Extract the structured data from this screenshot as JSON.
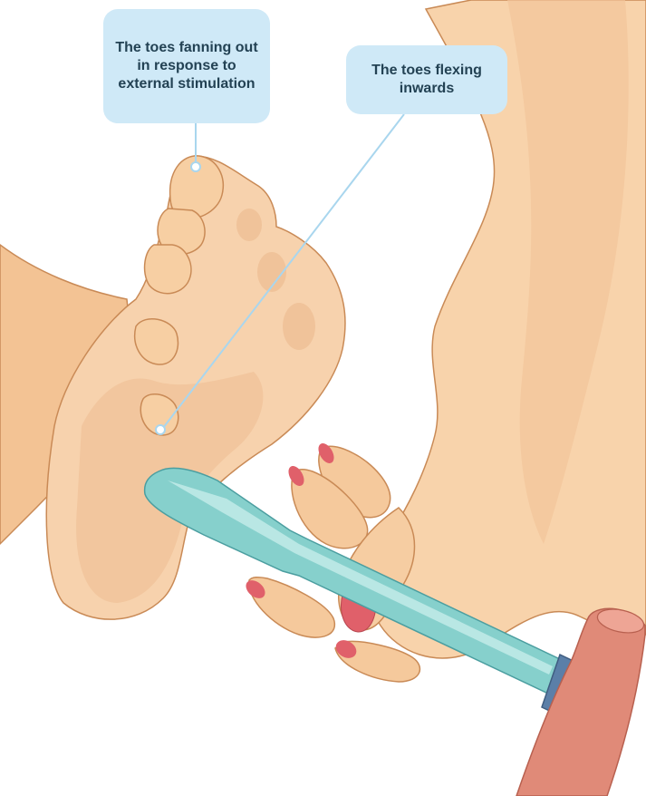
{
  "callouts": {
    "fanning_label": "The toes fanning out in response to external stimulation",
    "flexing_label": "The toes flexing inwards"
  },
  "colors": {
    "skin": "#f7cfa3",
    "skin_shadow": "#e7b07e",
    "skin_outline": "#c98a56",
    "callout_bg": "#cfe9f7",
    "callout_text": "#234254",
    "leader_line": "#a9d6ee",
    "hammer_handle": "#86d0cc",
    "hammer_head": "#e08a78",
    "hammer_band": "#5b7fa8",
    "nail_polish": "#e0606a"
  },
  "icons": {
    "foot": "foot-sole-illustration",
    "hand": "hand-holding-hammer-illustration",
    "hammer": "reflex-hammer-illustration"
  }
}
